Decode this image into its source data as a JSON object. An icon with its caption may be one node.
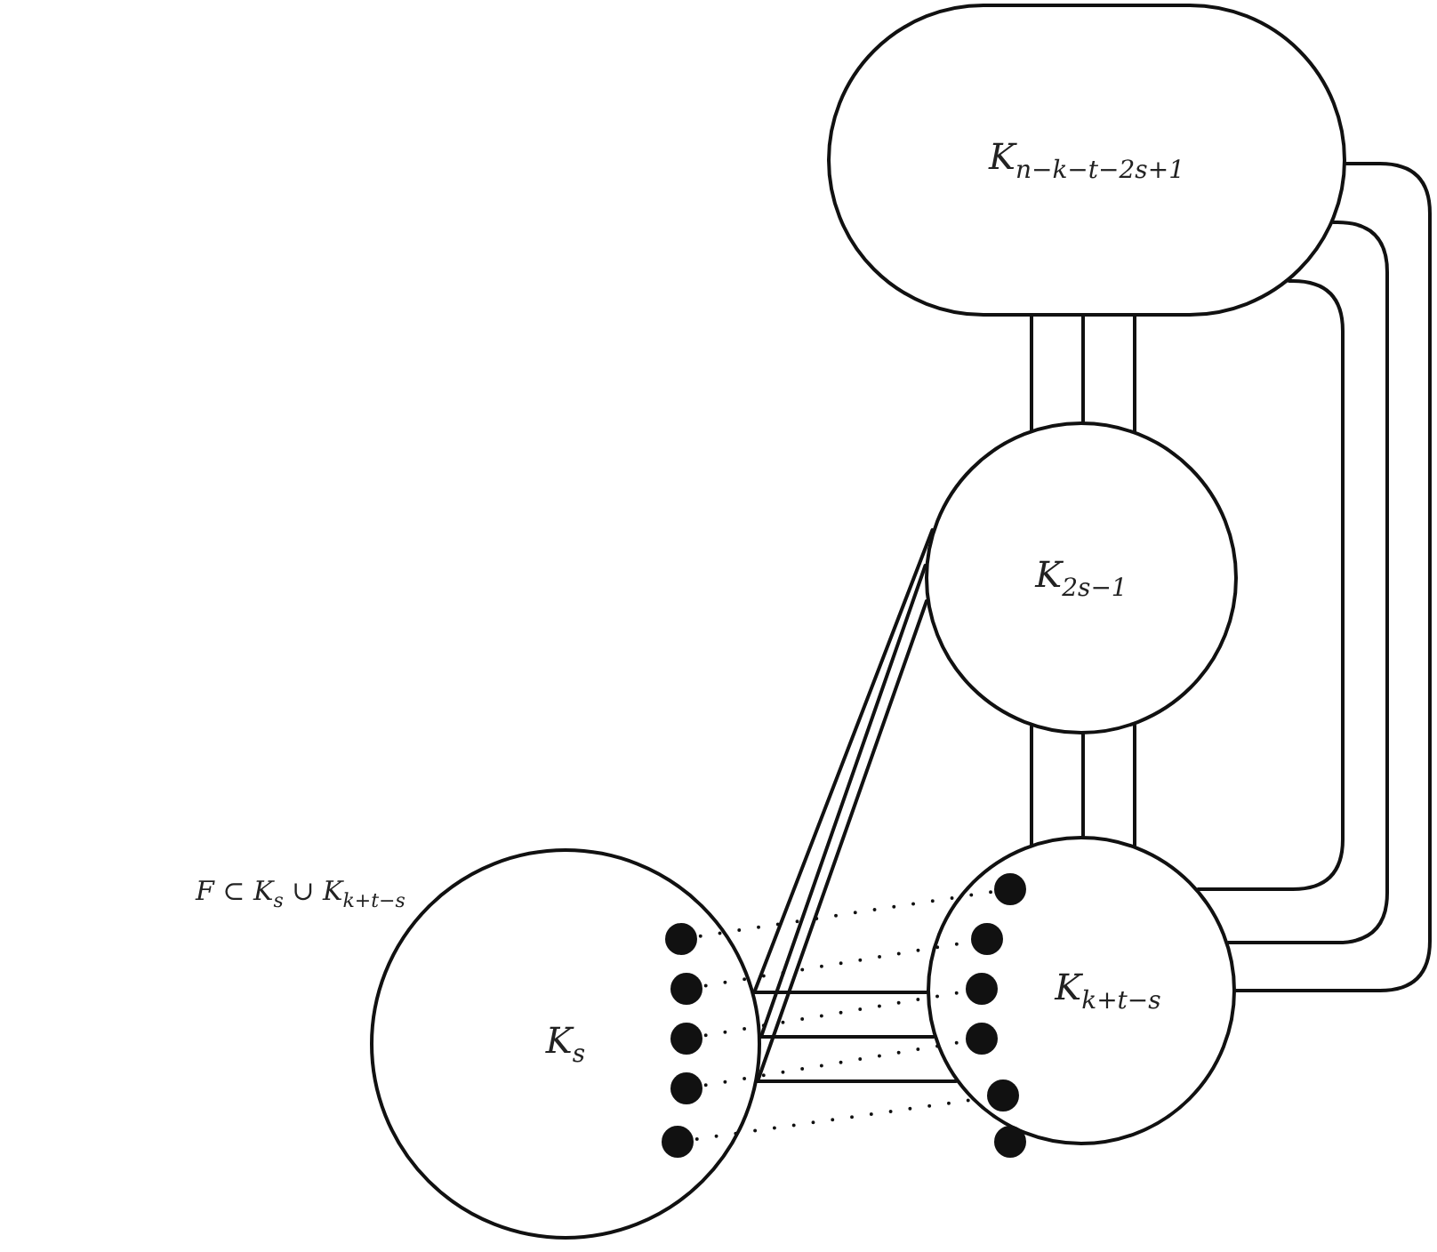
{
  "diagram": {
    "nodes": [
      {
        "text": [
          "K$_{n−k−t−2s+1}$"
        ]
      },
      {
        "text": [
          "K$_{2s−1}$"
        ]
      },
      {
        "text": [
          "K$_{s}$"
        ]
      },
      {
        "text": [
          "K$_{k+t−s}$"
        ]
      },
      {
        "text": [],
        "shape": "circle",
        "in": 2
      },
      {
        "text": [],
        "shape": "circle",
        "in": 2
      },
      {
        "text": [],
        "shape": "circle",
        "in": 2
      },
      {
        "text": [],
        "shape": "circle",
        "in": 2
      },
      {
        "text": [],
        "shape": "circle",
        "in": 2
      },
      {
        "text": [],
        "shape": "circle",
        "in": 3
      },
      {
        "text": [],
        "shape": "circle",
        "in": 3
      },
      {
        "text": [],
        "shape": "circle",
        "in": 3
      },
      {
        "text": [],
        "shape": "circle",
        "in": 3
      },
      {
        "text": [],
        "shape": "circle",
        "in": 3
      },
      {
        "text": [],
        "shape": "circle",
        "in": 3
      }
    ],
    "edges": [
      {
        "from": 0,
        "to": 1,
        "arrow": "none"
      },
      {
        "from": 0,
        "to": 1,
        "arrow": "none"
      },
      {
        "from": 0,
        "to": 1,
        "arrow": "none"
      },
      {
        "from": 1,
        "to": 3,
        "arrow": "none"
      },
      {
        "from": 1,
        "to": 3,
        "arrow": "none"
      },
      {
        "from": 1,
        "to": 3,
        "arrow": "none"
      },
      {
        "from": 0,
        "to": 3,
        "arrow": "none"
      },
      {
        "from": 0,
        "to": 3,
        "arrow": "none"
      },
      {
        "from": 0,
        "to": 3,
        "arrow": "none"
      },
      {
        "from": 1,
        "to": 2,
        "arrow": "none"
      },
      {
        "from": 1,
        "to": 2,
        "arrow": "none"
      },
      {
        "from": 1,
        "to": 2,
        "arrow": "none"
      },
      {
        "from": 2,
        "to": 3,
        "arrow": "none"
      },
      {
        "from": 2,
        "to": 3,
        "arrow": "none"
      },
      {
        "from": 2,
        "to": 3,
        "arrow": "none"
      },
      {
        "from": 4,
        "to": 9,
        "arrow": "none",
        "style": "dashed"
      },
      {
        "from": 5,
        "to": 10,
        "arrow": "none",
        "style": "dashed"
      },
      {
        "from": 6,
        "to": 11,
        "arrow": "none",
        "style": "dashed"
      },
      {
        "from": 7,
        "to": 12,
        "arrow": "none",
        "style": "dashed"
      },
      {
        "from": 8,
        "to": 13,
        "arrow": "none",
        "style": "dashed"
      }
    ],
    "labels": [
      "F ⊂ K$_{s}$ ∪ K$_{k+t−s}$"
    ]
  }
}
